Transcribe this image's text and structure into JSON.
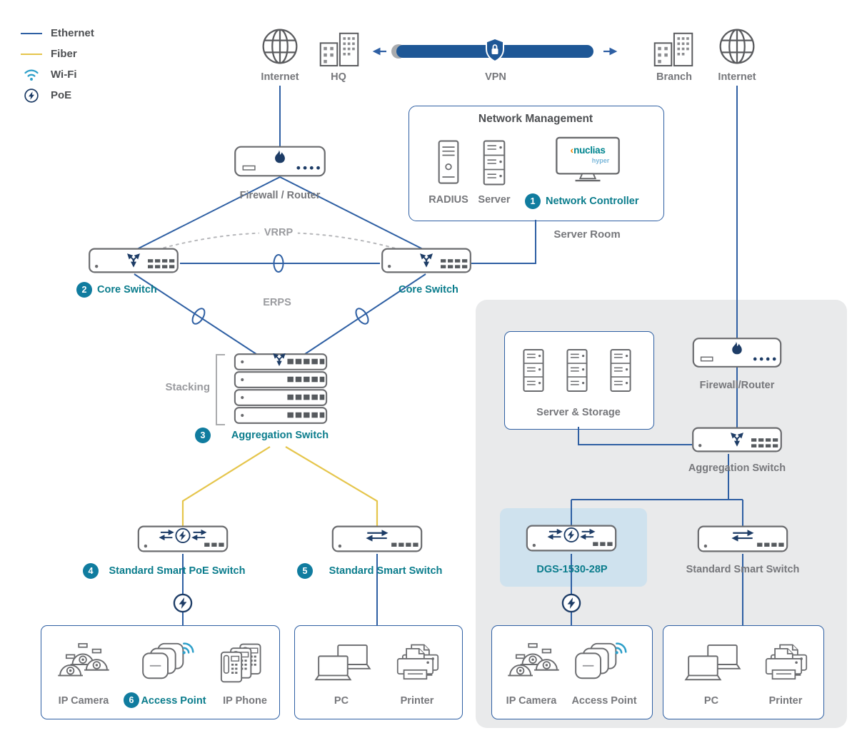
{
  "colors": {
    "ethernet": "#2e5fa3",
    "fiber": "#e5c54b",
    "teal_label": "#0a7c8c",
    "badge_bg": "#107c9f",
    "gray_label": "#76777b",
    "panel_bg": "#e9eaeb",
    "highlight_bg": "#cfe2ee",
    "vpn_bar": "#1e5796",
    "device_accent": "#1d3c66",
    "wifi_blue": "#2d9fc9"
  },
  "legend": {
    "ethernet": "Ethernet",
    "fiber": "Fiber",
    "wifi": "Wi-Fi",
    "poe": "PoE"
  },
  "top": {
    "internet_left": "Internet",
    "hq": "HQ",
    "vpn": "VPN",
    "branch": "Branch",
    "internet_right": "Internet"
  },
  "management": {
    "title": "Network Management",
    "radius_label": "RADIUS",
    "server_label": "Server",
    "controller_badge": "1",
    "controller_label": "Network Controller",
    "brand_chevron": "‹",
    "brand": "nuclias",
    "brand_sub": "hyper",
    "room_label": "Server Room"
  },
  "hq": {
    "firewall_label": "Firewall / Router",
    "vrrp_label": "VRRP",
    "core_badge": "2",
    "core_left_label": "Core Switch",
    "core_right_label": "Core Switch",
    "erps_label": "ERPS",
    "stacking_label": "Stacking",
    "agg_badge": "3",
    "agg_label": "Aggregation Switch",
    "poe_sw_badge": "4",
    "poe_sw_label": "Standard Smart PoE Switch",
    "smart_sw_badge": "5",
    "smart_sw_label": "Standard Smart Switch",
    "ip_camera_label": "IP Camera",
    "ap_badge": "6",
    "ap_label": "Access Point",
    "ip_phone_label": "IP Phone",
    "pc_label": "PC",
    "printer_label": "Printer"
  },
  "branch": {
    "firewall_label": "Firewall/Router",
    "server_storage_label": "Server & Storage",
    "agg_label": "Aggregation Switch",
    "dgs_label": "DGS-1530-28P",
    "smart_sw_label": "Standard Smart Switch",
    "ip_camera_label": "IP Camera",
    "ap_label": "Access Point",
    "pc_label": "PC",
    "printer_label": "Printer"
  }
}
